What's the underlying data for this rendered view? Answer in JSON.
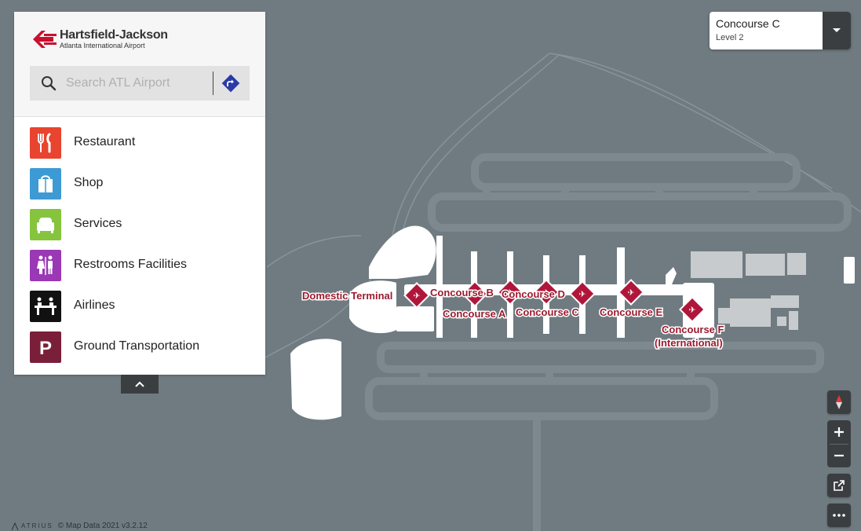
{
  "brand": {
    "title": "Hartsfield-Jackson",
    "subtitle": "Atlanta International Airport",
    "accent_color": "#c8102e"
  },
  "search": {
    "placeholder": "Search ATL Airport",
    "value": ""
  },
  "categories": [
    {
      "label": "Restaurant",
      "icon": "fork-knife-icon",
      "color": "#e8442f"
    },
    {
      "label": "Shop",
      "icon": "shopping-bag-icon",
      "color": "#3e9ad4"
    },
    {
      "label": "Services",
      "icon": "armchair-icon",
      "color": "#86c43e"
    },
    {
      "label": "Restrooms Facilities",
      "icon": "restroom-icon",
      "color": "#9a38b5"
    },
    {
      "label": "Airlines",
      "icon": "airline-counter-icon",
      "color": "#111111"
    },
    {
      "label": "Ground Transportation",
      "icon": "parking-icon",
      "color": "#7a1f3a"
    }
  ],
  "level_selector": {
    "building": "Concourse C",
    "level": "Level 2"
  },
  "map_labels": {
    "domestic_terminal": "Domestic Terminal",
    "concourse_a": "Concourse A",
    "concourse_b": "Concourse B",
    "concourse_c": "Concourse C",
    "concourse_d": "Concourse D",
    "concourse_e": "Concourse E",
    "concourse_f": "Concourse F",
    "concourse_f_sub": "(International)"
  },
  "footer": {
    "brand": "ATRIUS",
    "copyright": "© Map Data 2021 v3.2.12"
  },
  "colors": {
    "map_background": "#6f7b81",
    "marker": "#b0163a",
    "control": "#3b3e41"
  }
}
